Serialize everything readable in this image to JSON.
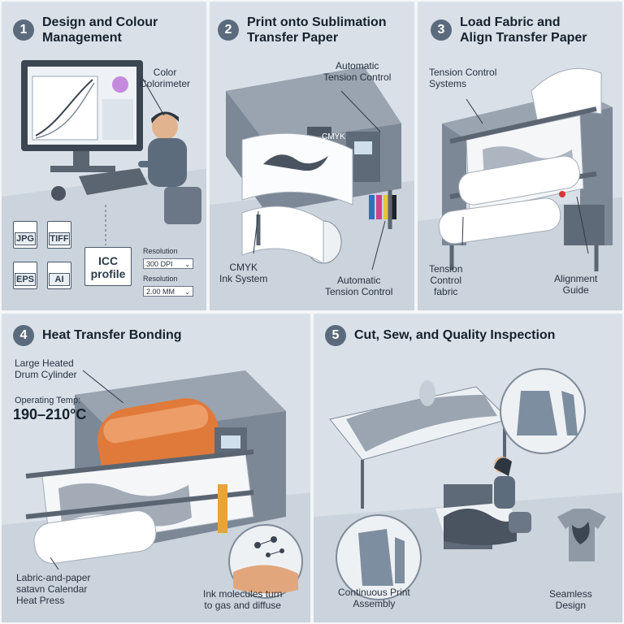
{
  "panels": [
    {
      "number": "1",
      "title": "Design and Colour\nManagement",
      "labels": {
        "colorimeter": "Color\nColorimeter",
        "resolution_a": "Resolution",
        "resolution_a_value": "300 DPI",
        "resolution_b": "Resolution",
        "resolution_b_value": "2.00 MM",
        "icc": "ICC\nprofile"
      },
      "files": [
        "JPG",
        "TIFF",
        "EPS",
        "AI"
      ]
    },
    {
      "number": "2",
      "title": "Print onto Sublimation\nTransfer Paper",
      "labels": {
        "tension_top": "Automatic\nTension Control",
        "cmyk_printer": "CMYK",
        "ink_system": "CMYK\nInk System",
        "tension_bottom": "Automatic\nTension Control"
      }
    },
    {
      "number": "3",
      "title": "Load Fabric and\nAlign Transfer Paper",
      "labels": {
        "tension_systems": "Tension Control\nSystems",
        "tension_fabric": "Tension\nControl\nfabric",
        "alignment": "Alignment\nGuide"
      }
    },
    {
      "number": "4",
      "title": "Heat Transfer Bonding",
      "labels": {
        "drum": "Large Heated\nDrum Cylinder",
        "operating": "Operating Temp:",
        "temp": "190–210°C",
        "calendar": "Labric-and-paper\nsatavn Calendar\nHeat Press",
        "molecules": "Ink molecules turn\nto gas and diffuse"
      }
    },
    {
      "number": "5",
      "title": "Cut, Sew, and Quality Inspection",
      "labels": {
        "continuous": "Continuous Print\nAssembly",
        "seamless": "Seamless\nDesign"
      }
    }
  ],
  "colors": {
    "panel": "#d9e0e8",
    "machine": "#7d8896",
    "drum": "#e07a3a",
    "accent": "#5b6b7d"
  }
}
